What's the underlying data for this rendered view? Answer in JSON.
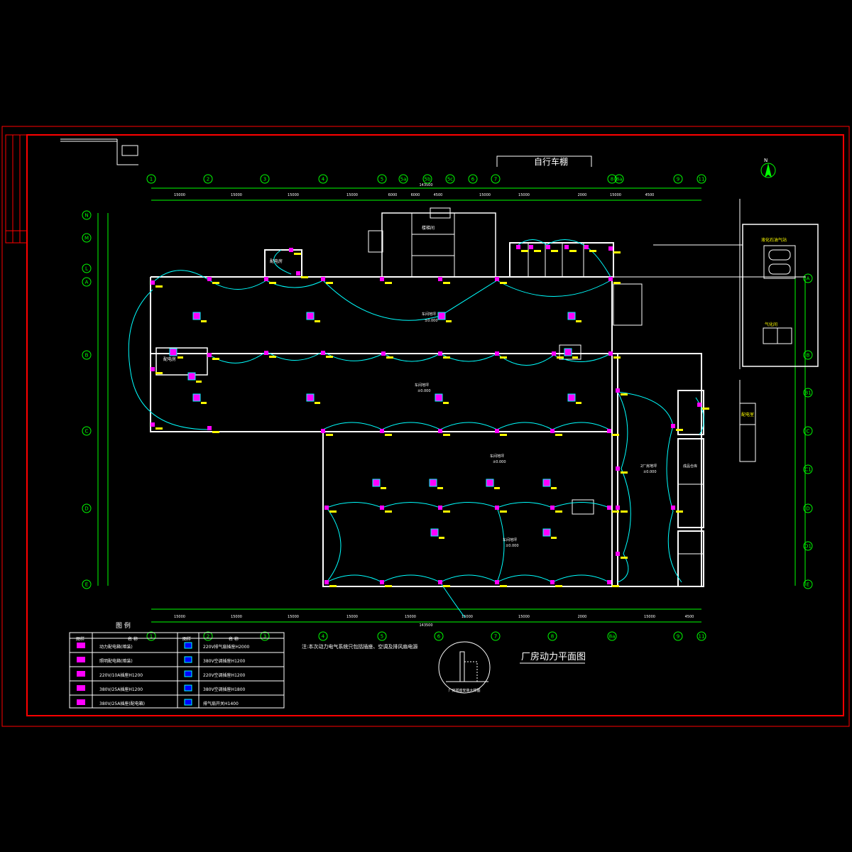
{
  "title": "厂房动力平面图",
  "bike_shed": "自行车棚",
  "north_label": "N",
  "top_axes": [
    "1",
    "2",
    "3",
    "4",
    "5",
    "5a",
    "5b",
    "5c",
    "6",
    "7",
    "8",
    "8a",
    "9",
    "11"
  ],
  "bottom_axes": [
    "1",
    "2",
    "3",
    "4",
    "5",
    "6",
    "7",
    "8",
    "8a",
    "9",
    "11"
  ],
  "left_axes": [
    "N",
    "M",
    "L",
    "A",
    "B",
    "C",
    "D",
    "E"
  ],
  "right_axes": [
    "A",
    "B",
    "B1",
    "C",
    "C1",
    "D",
    "D1",
    "E"
  ],
  "top_dims": [
    "15000",
    "15000",
    "15000",
    "15000",
    "6000",
    "6000",
    "4500",
    "15000",
    "15000",
    "2000",
    "15000",
    "4500"
  ],
  "bottom_dims": [
    "15000",
    "15000",
    "15000",
    "15000",
    "15000",
    "15000",
    "15000",
    "2000",
    "15000",
    "4500"
  ],
  "total_dim": "143500",
  "legend": {
    "title": "图 例",
    "col_symbol": "图样",
    "col_name": "名 称",
    "rows_left": [
      "动力配电箱(暗装)",
      "照明配电箱(暗装)",
      "220V/10A插座H1200",
      "380V/25A插座H1200",
      "380V/25A插座(配电箱)"
    ],
    "rows_right": [
      "220V排气扇插座H2000",
      "380V空调插座H1200",
      "220V空调插座H1200",
      "380V空调插座H1800",
      "排气扇开关H1400"
    ]
  },
  "note": "注:本次动力电气系统只包括插座、空调及排风扇电源",
  "detail_caption": "厂房插座安装大样图",
  "rooms": {
    "office": "配电房",
    "stair": "楼梯间",
    "workshop_label_1": "车间地坪",
    "workshop_level_1": "±0.000",
    "workshop_label_2": "车间地坪",
    "workshop_level_2": "±0.000",
    "workshop_label_3": "车间地坪",
    "workshop_level_3": "±0.000",
    "workshop_label_4": "车间地坪",
    "workshop_level_4": "±0.000",
    "workshop_label_5": "2厂房地坪",
    "workshop_level_5": "±0.000",
    "gas_station": "液化石油气站",
    "gas_room": "气化间",
    "warehouse": "成品仓库",
    "side_label": "配电室"
  },
  "colors": {
    "frame": "#ff0000",
    "wall": "#ffffff",
    "cable": "#00ffff",
    "device": "#ff00ff",
    "label": "#ffff00",
    "axis": "#00ff00"
  }
}
